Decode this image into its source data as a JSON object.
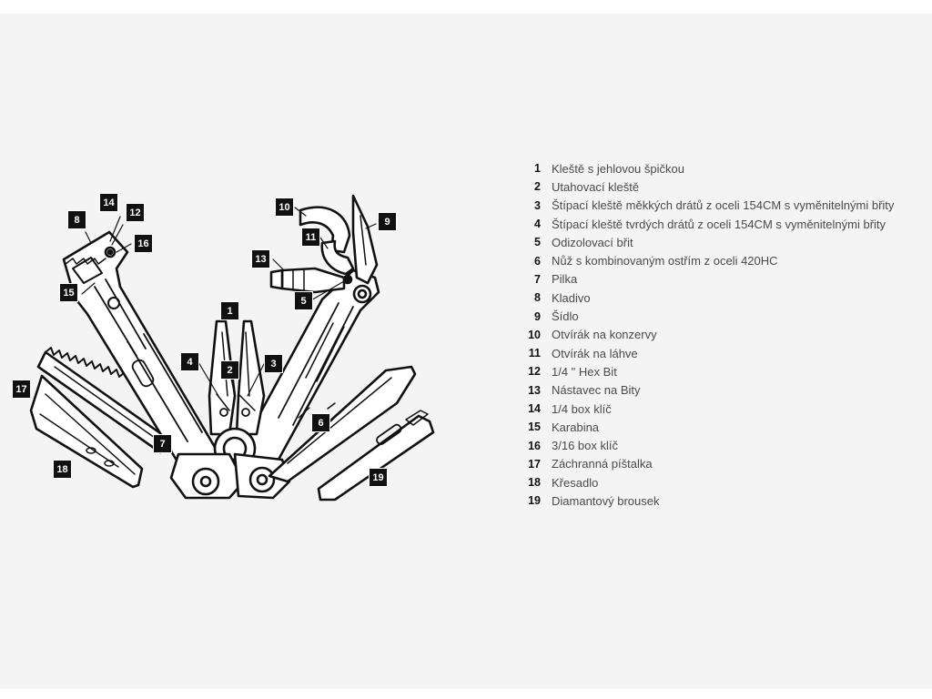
{
  "colors": {
    "background": "#f4f4f4",
    "callout_bg": "#111111",
    "callout_text": "#ffffff",
    "legend_text": "#4a4a4a",
    "line": "#111111"
  },
  "callouts": [
    "1",
    "2",
    "3",
    "4",
    "5",
    "6",
    "7",
    "8",
    "9",
    "10",
    "11",
    "12",
    "13",
    "14",
    "15",
    "16",
    "17",
    "18",
    "19"
  ],
  "legend": [
    {
      "num": "1",
      "label": "Kleště s jehlovou špičkou"
    },
    {
      "num": "2",
      "label": "Utahovací kleště"
    },
    {
      "num": "3",
      "label": "Štípací kleště měkkých drátů z oceli 154CM s vyměnitelnými břity"
    },
    {
      "num": "4",
      "label": "Štípací kleště tvrdých drátů z oceli 154CM s vyměnitelnými břity"
    },
    {
      "num": "5",
      "label": "Odizolovací břit"
    },
    {
      "num": "6",
      "label": "Nůž s kombinovaným ostřím z oceli 420HC"
    },
    {
      "num": "7",
      "label": "Pilka"
    },
    {
      "num": "8",
      "label": "Kladivo"
    },
    {
      "num": "9",
      "label": "Šídlo"
    },
    {
      "num": "10",
      "label": "Otvírák na konzervy"
    },
    {
      "num": "11",
      "label": "Otvírák na láhve"
    },
    {
      "num": "12",
      "label": "1/4 \" Hex Bit"
    },
    {
      "num": "13",
      "label": "Nástavec na Bity"
    },
    {
      "num": "14",
      "label": "1/4 box klíč"
    },
    {
      "num": "15",
      "label": "Karabina"
    },
    {
      "num": "16",
      "label": "3/16 box klíč"
    },
    {
      "num": "17",
      "label": "Záchranná píštalka"
    },
    {
      "num": "18",
      "label": "Křesadlo"
    },
    {
      "num": "19",
      "label": "Diamantový brousek"
    }
  ]
}
